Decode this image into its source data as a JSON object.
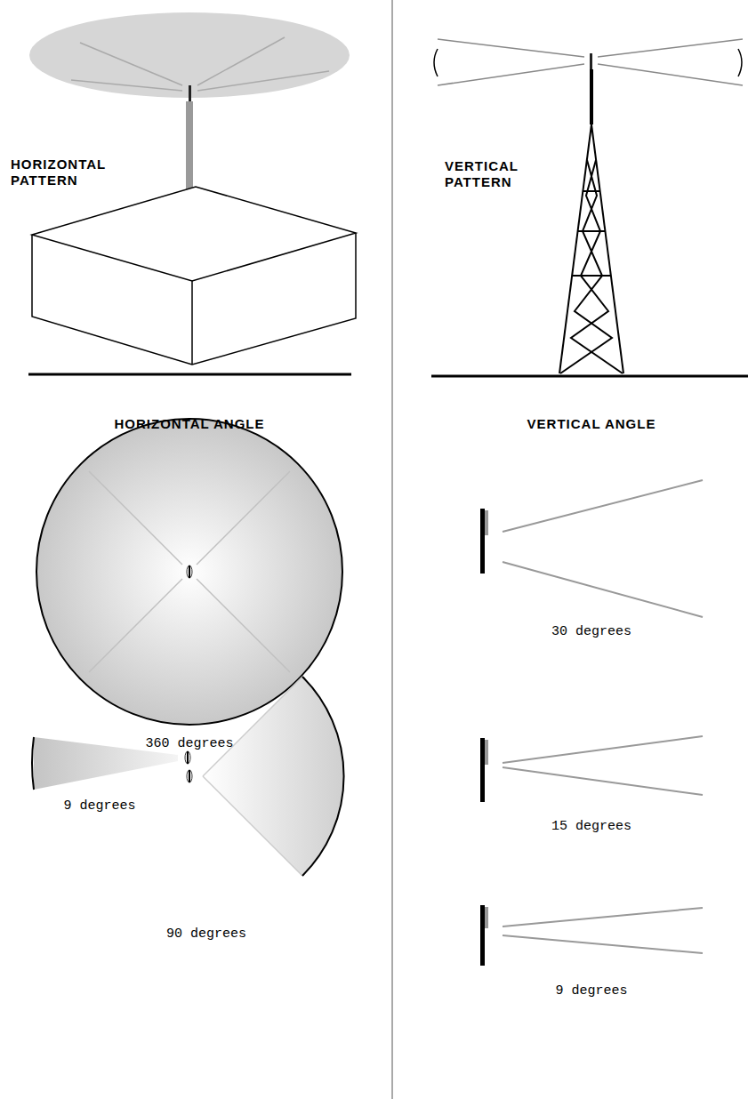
{
  "diagram": {
    "labels": [
      "HORIZONTAL PATTERN",
      "VERTICAL PATTERN",
      "HORIZONTAL ANGLE",
      "VERTICAL ANGLE",
      "360 degrees",
      "9 degrees",
      "90 degrees",
      "30 degrees",
      "15 degrees",
      "9 degrees"
    ]
  }
}
